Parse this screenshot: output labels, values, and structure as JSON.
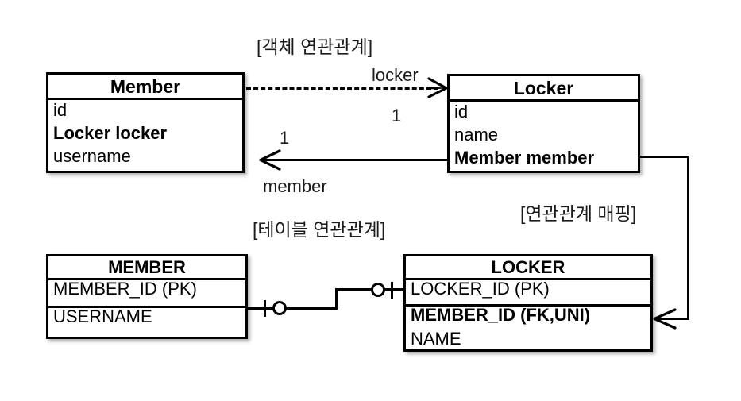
{
  "diagram": {
    "title_object": "[객체 연관관계]",
    "title_table": "[테이블 연관관계]",
    "title_mapping": "[연관관계 매핑]"
  },
  "object_model": {
    "member": {
      "name": "Member",
      "fields": [
        {
          "text": "id",
          "bold": false
        },
        {
          "text": "Locker locker",
          "bold": true
        },
        {
          "text": "username",
          "bold": false
        }
      ]
    },
    "locker": {
      "name": "Locker",
      "fields": [
        {
          "text": "id",
          "bold": false
        },
        {
          "text": "name",
          "bold": false
        },
        {
          "text": "Member member",
          "bold": true
        }
      ]
    },
    "associations": [
      {
        "name": "locker-association",
        "label": "locker",
        "cardinality": "1",
        "style": "dashed",
        "direction": "right"
      },
      {
        "name": "member-association",
        "label": "member",
        "cardinality": "1",
        "style": "solid",
        "direction": "left"
      }
    ]
  },
  "table_model": {
    "member_table": {
      "name": "MEMBER",
      "columns": [
        {
          "text": "MEMBER_ID (PK)",
          "bold": false
        },
        {
          "text": "USERNAME",
          "bold": false
        }
      ]
    },
    "locker_table": {
      "name": "LOCKER",
      "columns": [
        {
          "text": "LOCKER_ID (PK)",
          "bold": false
        },
        {
          "text": "MEMBER_ID (FK,UNI)",
          "bold": true
        },
        {
          "text": "NAME",
          "bold": false
        }
      ]
    },
    "relationship": {
      "name": "one-to-one-relationship",
      "left_notation": "one-and-only-one",
      "right_notation": "zero-or-one"
    }
  },
  "mapping_link": {
    "from": "Member member",
    "to": "MEMBER_ID (FK,UNI)",
    "label": "[연관관계 매핑]"
  },
  "colors": {
    "stroke": "#000000",
    "background": "#ffffff",
    "text": "#1b1b1b"
  }
}
